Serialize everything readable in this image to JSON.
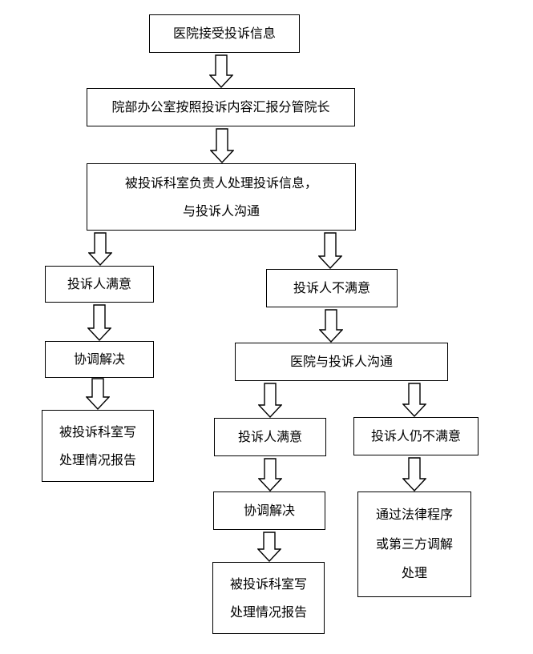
{
  "flowchart": {
    "receive": "医院接受投诉信息",
    "report_to_leader": "院部办公室按照投诉内容汇报分管院长",
    "handle_line1": "被投诉科室负责人处理投诉信息，",
    "handle_line2": "与投诉人沟通",
    "left_satisfied": "投诉人满意",
    "left_resolve": "协调解决",
    "left_report_line1": "被投诉科室写",
    "left_report_line2": "处理情况报告",
    "unsatisfied": "投诉人不满意",
    "hospital_communicate": "医院与投诉人沟通",
    "mid_satisfied": "投诉人满意",
    "mid_resolve": "协调解决",
    "mid_report_line1": "被投诉科室写",
    "mid_report_line2": "处理情况报告",
    "still_unsatisfied": "投诉人仍不满意",
    "legal_line1": "通过法律程序",
    "legal_line2": "或第三方调解",
    "legal_line3": "处理"
  }
}
